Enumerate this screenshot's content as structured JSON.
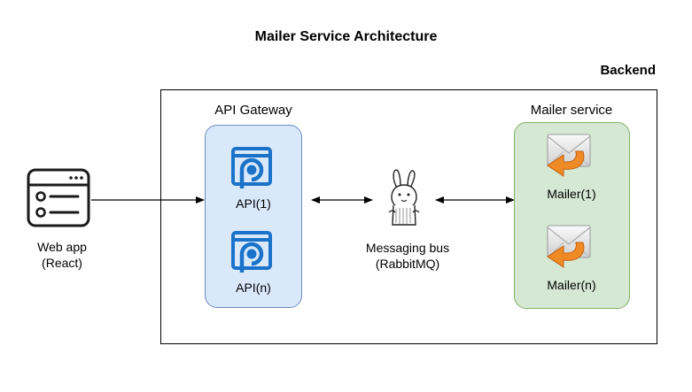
{
  "title": "Mailer Service Architecture",
  "backend_label": "Backend",
  "gateway": {
    "title": "API Gateway",
    "nodes": [
      "API(1)",
      "API(n)"
    ]
  },
  "bus": {
    "line1": "Messaging bus",
    "line2": "(RabbitMQ)",
    "icon": "rabbit-icon"
  },
  "webapp": {
    "line1": "Web app",
    "line2": "(React)",
    "icon": "web-app-icon"
  },
  "mailer": {
    "title": "Mailer service",
    "nodes": [
      "Mailer(1)",
      "Mailer(n)"
    ]
  },
  "colors": {
    "gateway_fill": "#dae8fc",
    "gateway_stroke": "#6c8ebf",
    "mailer_fill": "#d5e8d4",
    "mailer_stroke": "#82b366",
    "api_icon": "#1a73c8",
    "mail_arrow": "#f08a24"
  }
}
